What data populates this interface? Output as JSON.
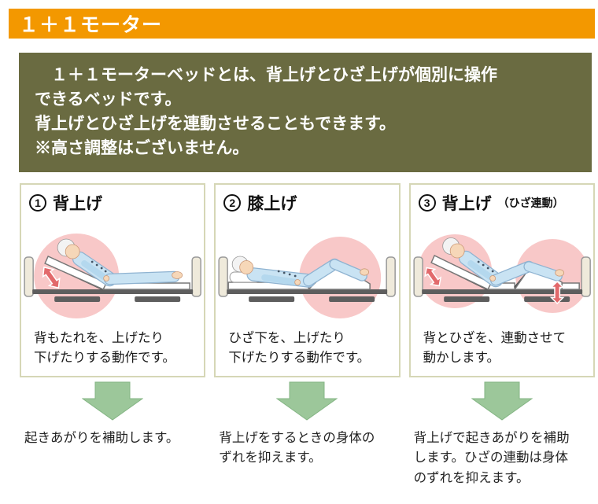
{
  "banner": {
    "title": "１＋１モーター"
  },
  "intro": {
    "lines": [
      "　１＋１モーターベッドとは、背上げとひざ上げが個別に操作",
      "できるベッドです。",
      "背上げとひざ上げを連動させることもできます。",
      "※高さ調整はございません。"
    ]
  },
  "cards": [
    {
      "number": "1",
      "title": "背上げ",
      "title_suffix": "",
      "illustration": "bed-back-raise",
      "description_lines": [
        "背もたれを、上げたり",
        "下げたりする動作です。"
      ],
      "result_lines": [
        "起きあがりを補助します。"
      ]
    },
    {
      "number": "2",
      "title": "膝上げ",
      "title_suffix": "",
      "illustration": "bed-knee-raise",
      "description_lines": [
        "ひざ下を、上げたり",
        "下げたりする動作です。"
      ],
      "result_lines": [
        "背上げをするときの身体の",
        "ずれを抑えます。"
      ]
    },
    {
      "number": "3",
      "title": "背上げ",
      "title_suffix": "（ひざ連動）",
      "illustration": "bed-back-knee-linked",
      "description_lines": [
        "背とひざを、連動させて",
        "動かします。"
      ],
      "result_lines": [
        "背上げで起きあがりを補助",
        "します。ひざの連動は身体",
        "のずれを抑えます。"
      ]
    }
  ],
  "colors": {
    "accent_orange": "#F39800",
    "olive_panel": "#6A6B41",
    "card_border": "#D6D7B6",
    "pink_highlight": "#F8C8C8",
    "green_arrow": "#9CC79A",
    "red_arrow": "#E2696B"
  }
}
